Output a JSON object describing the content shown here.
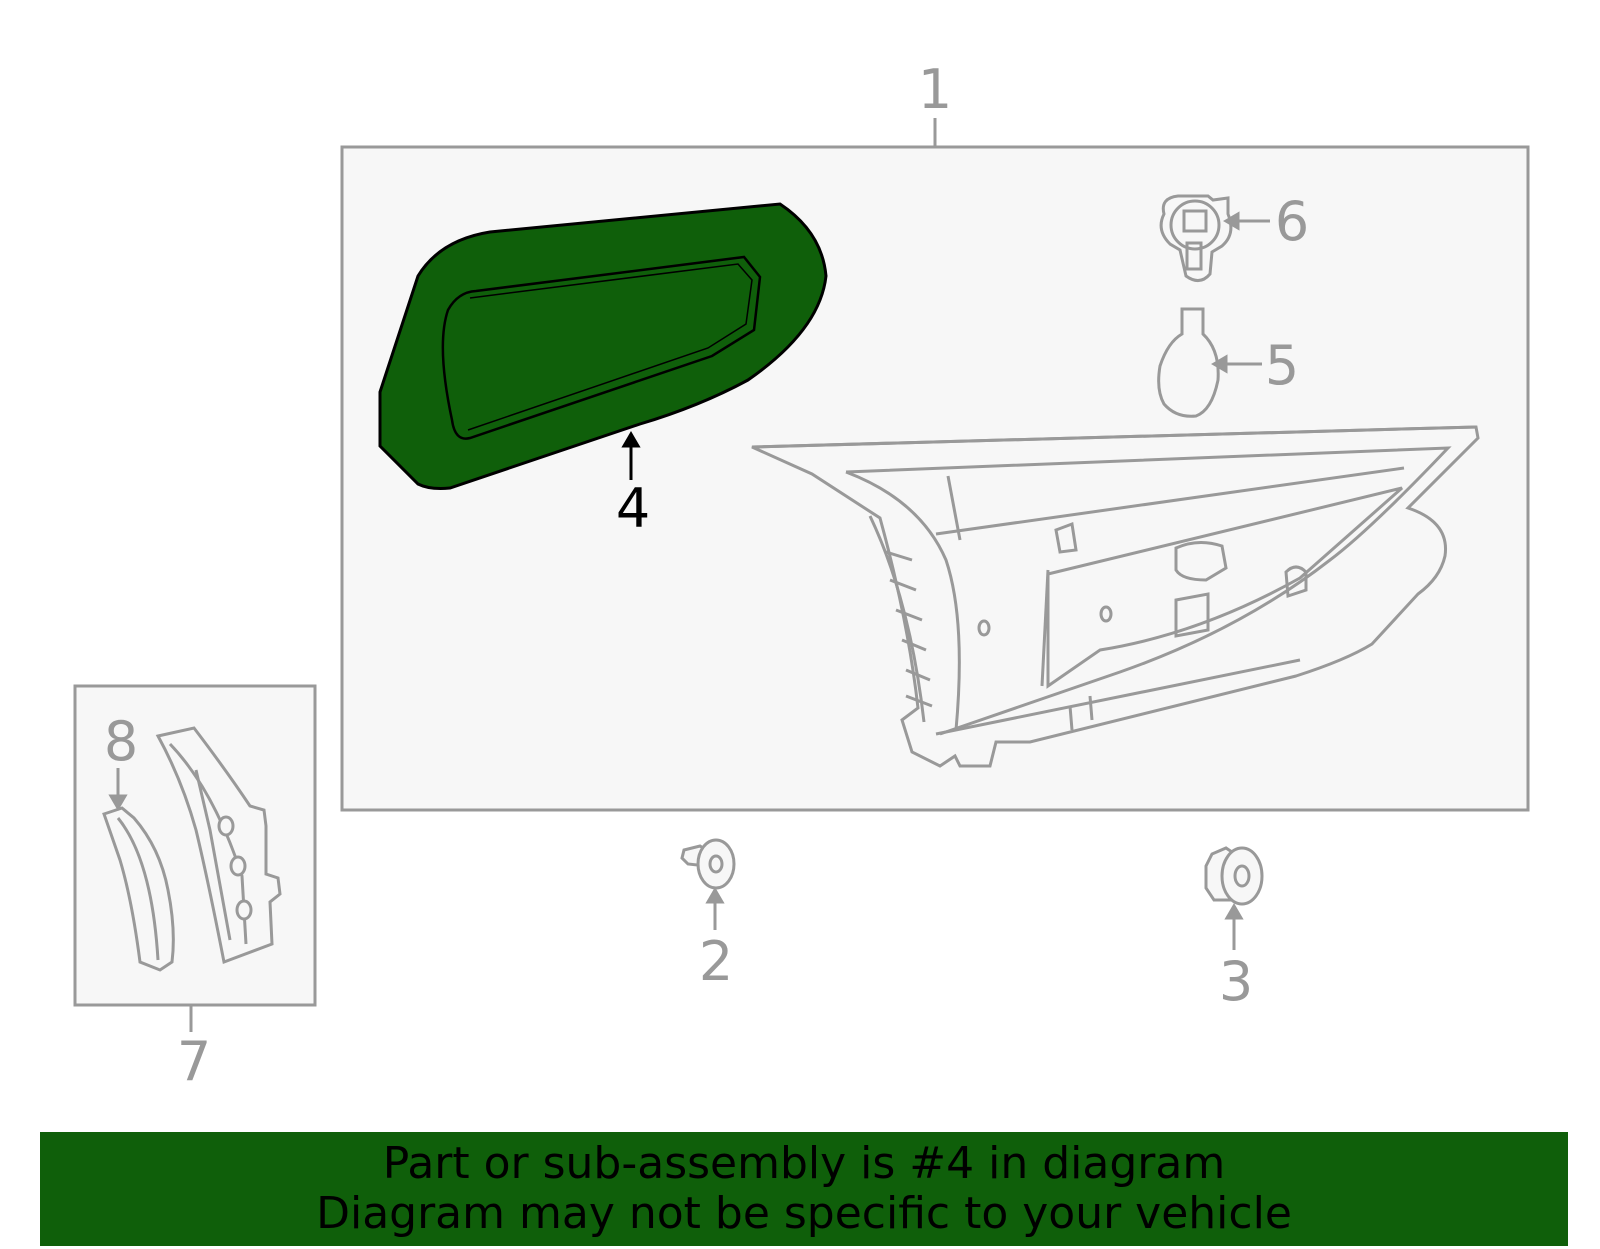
{
  "callouts": {
    "c1": "1",
    "c2": "2",
    "c3": "3",
    "c4": "4",
    "c5": "5",
    "c6": "6",
    "c7": "7",
    "c8": "8"
  },
  "highlighted_part": "4",
  "banner": {
    "line1": "Part or sub-assembly is #4 in diagram",
    "line2": "Diagram may not be specific to your vehicle"
  },
  "colors": {
    "highlight_fill": "#0f5f0a",
    "line": "#999999",
    "box_fill": "#f7f7f7"
  }
}
